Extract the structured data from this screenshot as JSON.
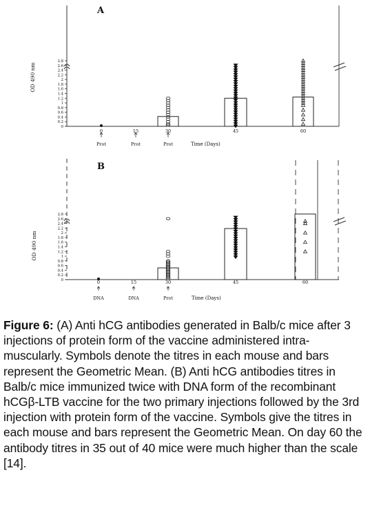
{
  "chart_data": [
    {
      "type": "bar",
      "panel_label": "A",
      "ylabel": "OD 490 nm",
      "xlabel": "Time (Days)",
      "categories": [
        "0",
        "15",
        "30",
        "45",
        "60"
      ],
      "injections": [
        "Prot",
        "Prot",
        "Prot",
        "",
        ""
      ],
      "values": [
        0.0,
        null,
        0.42,
        1.2,
        1.25
      ],
      "ylim": [
        0,
        2.8
      ],
      "yticks": [
        "0",
        "0.2",
        "0.4",
        "0.6",
        "0.8",
        "1",
        "1.2",
        "1.4",
        "1.6",
        "1.8",
        "2",
        "2.2",
        "2.4",
        "2.6",
        "2.8"
      ],
      "mouse_titres": [
        [
          0.0
        ],
        [],
        [
          0.05,
          0.1,
          0.2,
          0.3,
          0.4,
          0.5,
          0.6,
          0.7,
          0.8,
          0.9,
          1.0,
          1.1,
          1.2
        ],
        [
          0.0,
          0.1,
          0.2,
          0.3,
          0.4,
          0.5,
          0.6,
          0.7,
          0.8,
          0.9,
          1.0,
          1.1,
          1.2,
          1.3,
          1.4,
          1.5,
          1.6,
          1.7,
          1.8,
          1.9,
          2.0,
          2.1,
          2.2,
          2.3,
          2.4,
          2.5,
          2.6
        ],
        [
          0.1,
          0.3,
          0.5,
          0.7,
          0.9,
          1.0,
          1.1,
          1.2,
          1.3,
          1.4,
          1.5,
          1.6,
          1.7,
          1.8,
          1.9,
          2.0,
          2.1,
          2.2,
          2.3,
          2.4,
          2.5,
          2.6,
          2.7,
          2.8
        ]
      ],
      "axis_break": true
    },
    {
      "type": "bar",
      "panel_label": "B",
      "ylabel": "OD 490 nm",
      "xlabel": "Time (Days)",
      "categories": [
        "0",
        "15",
        "30",
        "45",
        "60"
      ],
      "injections": [
        "DNA",
        "DNA",
        "Prot",
        "",
        ""
      ],
      "values": [
        0.0,
        null,
        0.5,
        2.18,
        2.8
      ],
      "ylim": [
        0,
        2.8
      ],
      "yticks": [
        "0",
        "0.2",
        "0.4",
        "0.6",
        "0.8",
        "1",
        "1.2",
        "1.4",
        "1.6",
        "1.8",
        "2",
        "2.2",
        "2.4",
        "2.6",
        "2.8"
      ],
      "mouse_titres": [
        [
          0.0
        ],
        [],
        [
          0.05,
          0.1,
          0.15,
          0.2,
          0.25,
          0.3,
          0.35,
          0.4,
          0.45,
          0.5,
          0.55,
          0.6,
          0.65,
          0.7,
          0.75,
          0.8,
          1.0,
          1.1,
          1.2,
          2.6
        ],
        [
          0.95,
          1.05,
          1.15,
          1.25,
          1.35,
          1.45,
          1.55,
          1.65,
          1.75,
          1.85,
          1.95,
          2.05,
          2.15,
          2.25,
          2.35,
          2.45,
          2.55,
          2.65
        ],
        [
          1.2,
          1.6,
          2.0,
          2.4,
          2.5
        ]
      ],
      "axis_break": true
    }
  ],
  "caption": {
    "label": "Figure 6:",
    "text": " (A) Anti hCG antibodies generated in Balb/c mice after 3 injections of protein form of the vaccine administered intra-muscularly. Symbols denote the titres in each mouse and bars represent the Geometric Mean. (B) Anti hCG antibodies titres in Balb/c mice immunized twice with DNA form of the recombinant hCGβ-LTB vaccine for the two primary injections followed by the 3rd injection with protein form of the vaccine. Symbols give the titres in each mouse and bars represent the Geometric Mean. On day 60 the antibody titres in 35 out of 40 mice were much higher than the scale [14]."
  }
}
